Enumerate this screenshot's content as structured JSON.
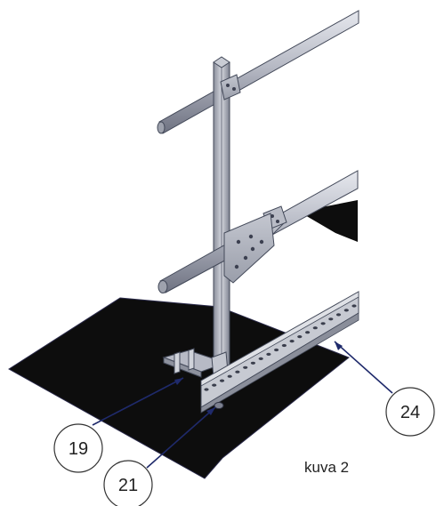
{
  "figure": {
    "caption": "kuva 2",
    "callouts": [
      {
        "id": "c19",
        "label": "19"
      },
      {
        "id": "c21",
        "label": "21"
      },
      {
        "id": "c24",
        "label": "24"
      }
    ]
  }
}
